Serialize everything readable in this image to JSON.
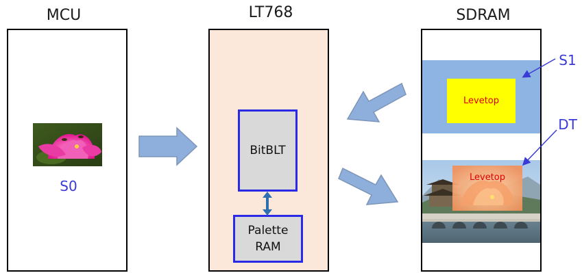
{
  "headings": {
    "mcu": "MCU",
    "lt768": "LT768",
    "sdram": "SDRAM"
  },
  "mcu": {
    "source_label": "S0"
  },
  "lt768": {
    "bitblt_label": "BitBLT",
    "palette_line1": "Palette",
    "palette_line2": "RAM"
  },
  "sdram": {
    "s1_label": "S1",
    "dt_label": "DT",
    "s1_text": "Levetop",
    "dt_text": "Levetop"
  },
  "colors": {
    "lt768_fill": "#fce7db",
    "arrow_fill": "#8eaedb",
    "s1_band": "#8eb4e3",
    "s1_box": "#ffff00",
    "label_blue": "#3a3ad6",
    "inner_border": "#2a2ae6"
  }
}
